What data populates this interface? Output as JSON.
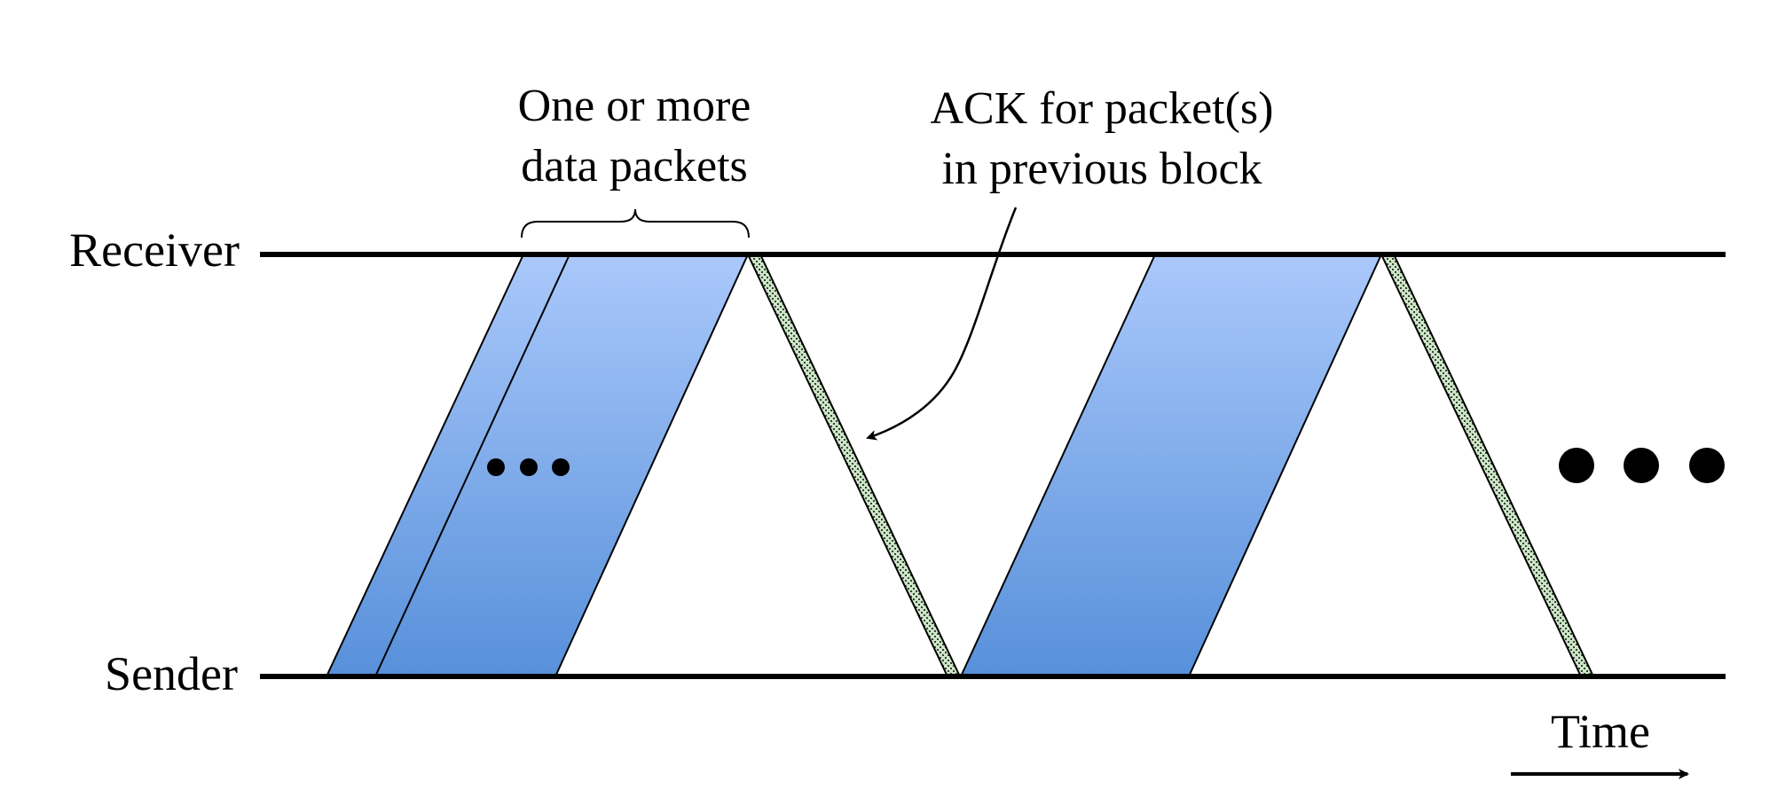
{
  "lanes": {
    "receiver_label": "Receiver",
    "sender_label": "Sender"
  },
  "annotations": {
    "data_packets_line1": "One or more",
    "data_packets_line2": "data packets",
    "ack_line1": "ACK for packet(s)",
    "ack_line2": "in previous block"
  },
  "time_label": "Time",
  "colors": {
    "line": "#000000",
    "packet_top": "#aac8fb",
    "packet_bottom": "#5790da",
    "ack_fill": "#cfe3c9",
    "ack_dots": "#2d4a2d"
  },
  "icons": {
    "ellipsis_small": "three-dots",
    "ellipsis_large": "three-dots",
    "time_arrow": "right-arrow"
  }
}
